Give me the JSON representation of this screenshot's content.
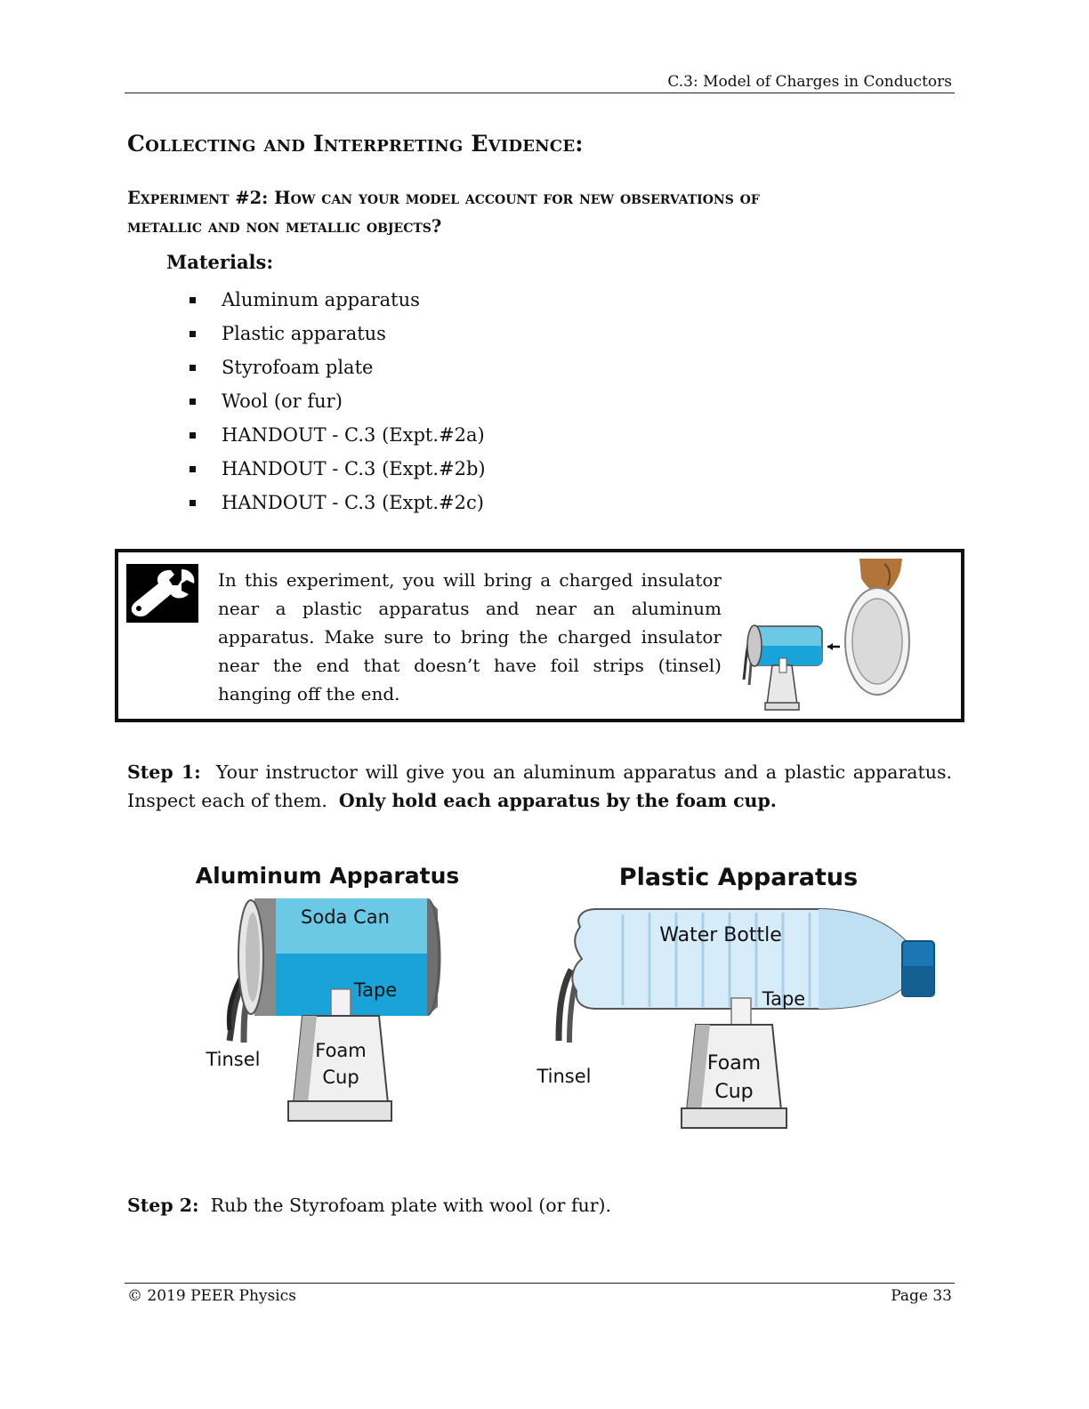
{
  "header": {
    "title": "C.3: Model of Charges in Conductors"
  },
  "section_heading": "Collecting and Interpreting Evidence:",
  "experiment_heading_line1": "Experiment #2: How can your model account for new observations of",
  "experiment_heading_line2": "metallic and non metallic objects?",
  "materials": {
    "heading": "Materials:",
    "items": [
      "Aluminum apparatus",
      "Plastic apparatus",
      "Styrofoam plate",
      "Wool (or fur)",
      "HANDOUT - C.3 (Expt.#2a)",
      "HANDOUT - C.3 (Expt.#2b)",
      "HANDOUT - C.3 (Expt.#2c)"
    ]
  },
  "note": {
    "icon": "wrench-icon",
    "text": "In this experiment, you will bring a charged insulator near a plastic apparatus and near an aluminum apparatus.  Make sure to bring the charged insulator near the end that doesn’t have foil strips (tinsel) hanging off the end."
  },
  "step1": {
    "label": "Step 1:",
    "text": "  Your instructor will give you an aluminum apparatus and a plastic apparatus. Inspect each of them.  ",
    "bold_text": "Only hold each apparatus by the foam cup."
  },
  "figure": {
    "aluminum": {
      "title": "Aluminum Apparatus",
      "can_label": "Soda Can",
      "tape_label": "Tape",
      "tinsel_label": "Tinsel",
      "cup_label_1": "Foam",
      "cup_label_2": "Cup"
    },
    "plastic": {
      "title": "Plastic Apparatus",
      "bottle_label": "Water Bottle",
      "tape_label": "Tape",
      "tinsel_label": "Tinsel",
      "cup_label_1": "Foam",
      "cup_label_2": "Cup"
    },
    "colors": {
      "can_light": "#6cc9e6",
      "can_dark": "#1aa3d9",
      "bottle": "#cfe8f7",
      "cap": "#1b77b4"
    }
  },
  "step2": {
    "label": "Step 2:",
    "text": "  Rub the Styrofoam plate with wool (or fur)."
  },
  "footer": {
    "copyright": "© 2019 PEER Physics",
    "page": "Page 33"
  }
}
